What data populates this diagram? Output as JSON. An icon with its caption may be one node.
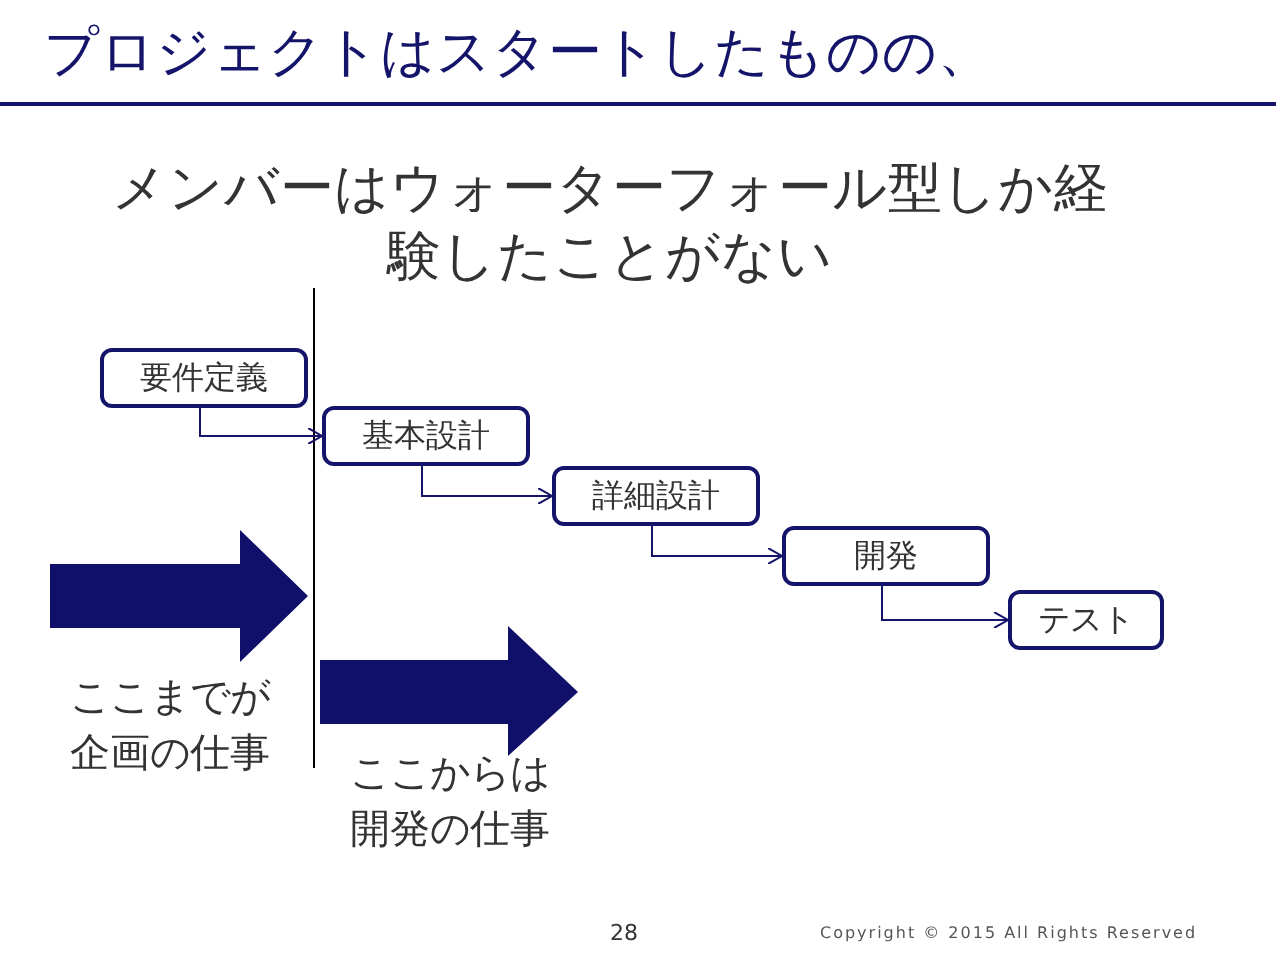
{
  "diagram": {
    "title": "プロジェクトはスタートしたものの、",
    "nodes": [
      {
        "text": [
          "要件定義"
        ]
      },
      {
        "text": [
          "基本設計"
        ]
      },
      {
        "text": [
          "詳細設計"
        ]
      },
      {
        "text": [
          "開発"
        ]
      },
      {
        "text": [
          "テスト"
        ]
      }
    ],
    "edges": [
      {
        "from": 0,
        "to": 1,
        "arrow": "to"
      },
      {
        "from": 1,
        "to": 2,
        "arrow": "to"
      },
      {
        "from": 2,
        "to": 3,
        "arrow": "to"
      },
      {
        "from": 3,
        "to": 4,
        "arrow": "to"
      }
    ],
    "labels": [
      "メンバーはウォーターフォール型しか経験したことがない",
      "ここまでが企画の仕事",
      "ここからは開発の仕事",
      "28",
      "Copyright © 2015 All Rights Reserved"
    ]
  }
}
